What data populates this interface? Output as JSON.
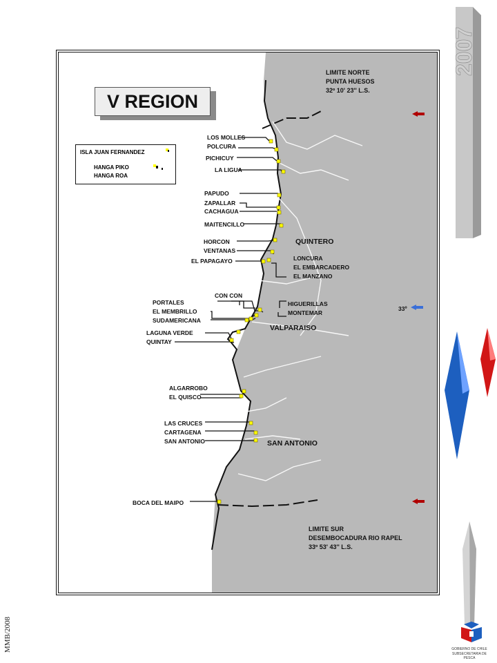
{
  "title": "V REGION",
  "year": "2007",
  "credit": "MMB/2008",
  "inset": {
    "title": "ISLA JUAN FERNANDEZ",
    "label_a": "HANGA PIKO",
    "label_b": "HANGA ROA"
  },
  "limits": {
    "north": [
      "LIMITE NORTE",
      "PUNTA HUESOS",
      "32º 10' 23'' L.S."
    ],
    "south": [
      "LIMITE SUR",
      "DESEMBOCADURA RIO RAPEL",
      "33º 53' 43'' L.S."
    ],
    "lat_33": "33º"
  },
  "places_left": [
    "LOS MOLLES",
    "POLCURA",
    "PICHICUY",
    "LA LIGUA",
    "PAPUDO",
    "ZAPALLAR",
    "CACHAGUA",
    "MAITENCILLO",
    "HORCON",
    "VENTANAS",
    "EL PAPAGAYO",
    "CON CON",
    "PORTALES",
    "EL MEMBRILLO",
    "SUDAMERICANA",
    "LAGUNA VERDE",
    "QUINTAY",
    "ALGARROBO",
    "EL QUISCO",
    "LAS CRUCES",
    "CARTAGENA",
    "SAN ANTONIO",
    "BOCA DEL MAIPO"
  ],
  "places_right": [
    "LONCURA",
    "EL EMBARCADERO",
    "EL MANZANO",
    "HIGUERILLAS",
    "MONTEMAR"
  ],
  "cities": [
    "QUINTERO",
    "VALPARAISO",
    "SAN ANTONIO"
  ],
  "logo": [
    "GOBIERNO DE CHILE",
    "SUBSECRETARIA DE PESCA"
  ],
  "colors": {
    "land": "#b9b9b9",
    "sea": "#ffffff",
    "marker": "#ffff00",
    "arrow_limit": "#b00000",
    "arrow_lat": "#3a6fd8"
  }
}
